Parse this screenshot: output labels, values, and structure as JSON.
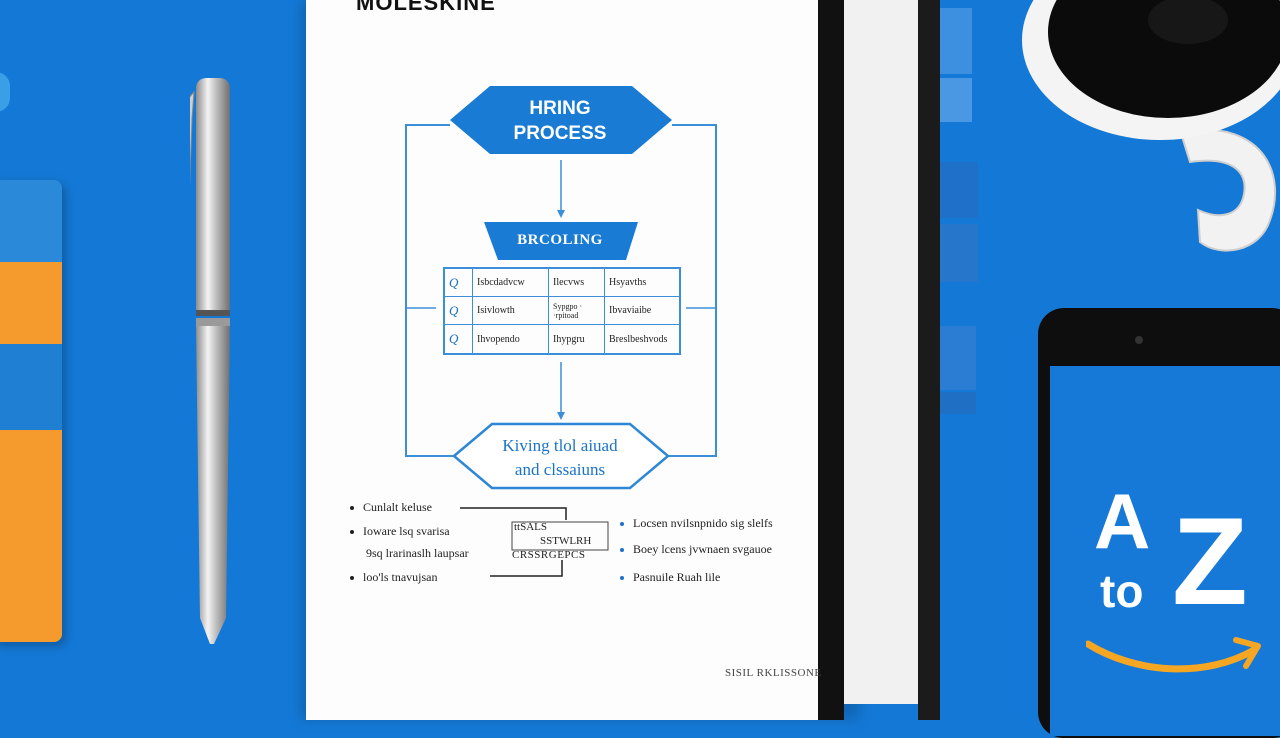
{
  "notebook": {
    "brand": "MOLESKINE",
    "footer_note": "SISIL RKLISSONE"
  },
  "flowchart": {
    "title_line1": "HRING",
    "title_line2": "PROCESS",
    "stage": "BRCOLING",
    "grid_rows": [
      {
        "q": "Q",
        "c1": "Isbcdadvcw",
        "c2": "Ilecvws",
        "c3": "Hsyavths"
      },
      {
        "q": "Q",
        "c1": "Isivlowth",
        "c2": "Sypgpo ·\n·rpitoad",
        "c3": "Ibvaviaibe"
      },
      {
        "q": "Q",
        "c1": "Ihvopendo",
        "c2": "Ihypgru",
        "c3": "Breslbeshvods"
      }
    ],
    "end_line1": "Kiving tlol aiuad",
    "end_line2": "and clssaiuns"
  },
  "notes": {
    "left": [
      "Cunlalt keluse",
      "Ioware lsq svarisa",
      "9sq lrarinaslh laupsar",
      "loo'ls tnavujsan"
    ],
    "middle": [
      "ttSALS",
      "SSTWLRH",
      "CRSSRGEPCS"
    ],
    "right": [
      "Locsen nvilsnpnido sig slelfs",
      "Boey lcens jvwnaen svgauoe",
      "Pasnuile Ruah lile"
    ]
  },
  "phone": {
    "logo_a": "A",
    "logo_to": "to",
    "logo_z": "Z"
  },
  "colors": {
    "background": "#1479d6",
    "accent_blue": "#1a73c7",
    "folder_orange": "#f59a2c",
    "smile_orange": "#f5a623"
  }
}
